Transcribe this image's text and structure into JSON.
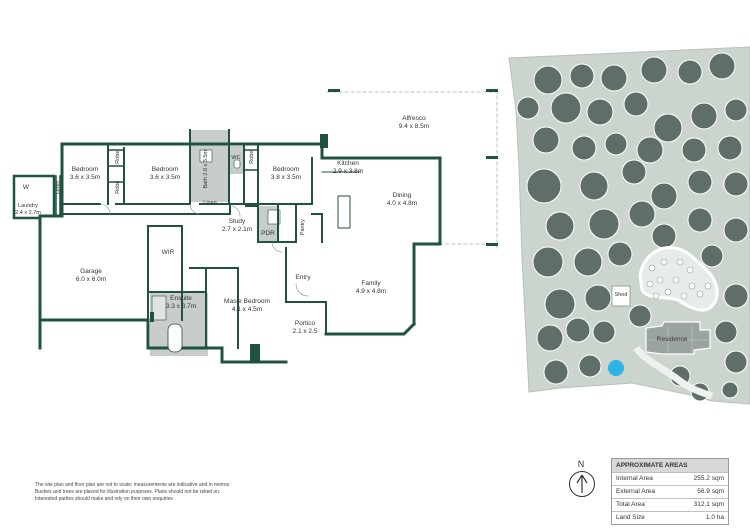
{
  "rooms": {
    "laundry": {
      "name": "Laundry",
      "dims": "2.4 x 2.7m",
      "w": "W"
    },
    "linen_left": "Linen",
    "bedroom_1": {
      "name": "Bedroom",
      "dims": "3.6 x 3.5m"
    },
    "bedroom_2": {
      "name": "Bedroom",
      "dims": "3.6 x 3.5m"
    },
    "bedroom_3": {
      "name": "Bedroom",
      "dims": "3.8 x 3.5m"
    },
    "robe": "Robe",
    "bath": {
      "name": "Bath",
      "dims": "2.0 x 3.5m"
    },
    "wc": "WC",
    "linen_hall": "Linen",
    "kitchen": {
      "name": "Kitchen",
      "dims": "2.9 x 3.8m"
    },
    "alfresco": {
      "name": "Alfresco",
      "dims": "9.4 x 8.5m"
    },
    "dining": {
      "name": "Dining",
      "dims": "4.0 x 4.8m"
    },
    "study": {
      "name": "Study",
      "dims": "2.7 x 2.1m"
    },
    "pdr": "PDR",
    "pantry": "Pantry",
    "garage": {
      "name": "Garage",
      "dims": "6.0 x 6.0m"
    },
    "wir": "WIR",
    "entry": "Entry",
    "family": {
      "name": "Family",
      "dims": "4.9 x 4.8m"
    },
    "ensuite": {
      "name": "Ensuite",
      "dims": "3.3 x 3.7m"
    },
    "master": {
      "name": "Maste Bedroom",
      "dims": "4.1 x 4.5m"
    },
    "portico": {
      "name": "Portico",
      "dims": "2.1 x 2.5"
    }
  },
  "site": {
    "shed": "Shed",
    "residence": "Residence"
  },
  "disclaimer": [
    "The site plan and floor plan are not to scale; measurements are indicative and in metres",
    "Bushes and trees are placed for illustration purposes. Plans should not be relied on.",
    "Interested parties should make and rely on their own enquiries"
  ],
  "north": "N",
  "areas": {
    "title": "APPROXIMATE AREAS",
    "rows": [
      {
        "label": "Internal Area",
        "value": "255.2 sqm"
      },
      {
        "label": "External Area",
        "value": "56.9 sqm"
      },
      {
        "label": "Total Area",
        "value": "312.1 sqm"
      },
      {
        "label": "Land Size",
        "value": "1.0 ha"
      }
    ]
  },
  "colors": {
    "wall": "#1f5240",
    "floor": "#ffffff",
    "wet": "#c8cdcb",
    "site": "#ccd4ce",
    "tree": "#5f6e68",
    "pool": "#2bb3e6"
  }
}
